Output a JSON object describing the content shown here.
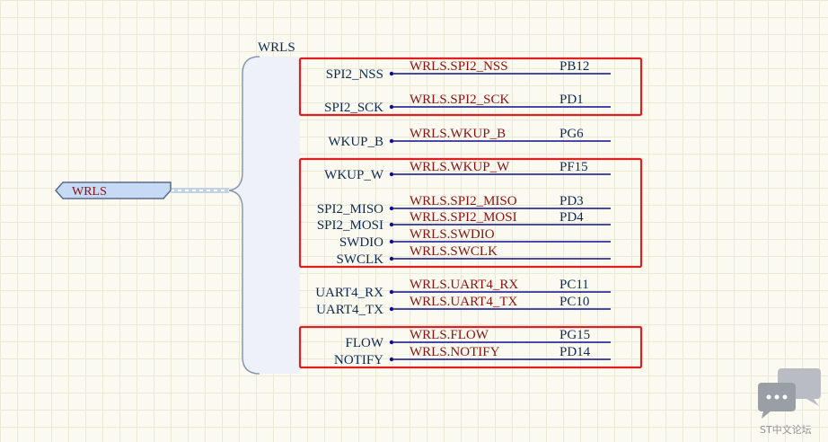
{
  "bus": {
    "title": "WRLS",
    "port_label": "WRLS",
    "pins": [
      {
        "name": "SPI2_NSS",
        "net": "WRLS.SPI2_NSS",
        "port": "PB12"
      },
      {
        "name": "SPI2_SCK",
        "net": "WRLS.SPI2_SCK",
        "port": "PD1"
      },
      {
        "name": "WKUP_B",
        "net": "WRLS.WKUP_B",
        "port": "PG6"
      },
      {
        "name": "WKUP_W",
        "net": "WRLS.WKUP_W",
        "port": "PF15"
      },
      {
        "name": "SPI2_MISO",
        "net": "WRLS.SPI2_MISO",
        "port": "PD3"
      },
      {
        "name": "SPI2_MOSI",
        "net": "WRLS.SPI2_MOSI",
        "port": "PD4"
      },
      {
        "name": "SWDIO",
        "net": "WRLS.SWDIO",
        "port": ""
      },
      {
        "name": "SWCLK",
        "net": "WRLS.SWCLK",
        "port": ""
      },
      {
        "name": "UART4_RX",
        "net": "WRLS.UART4_RX",
        "port": "PC11"
      },
      {
        "name": "UART4_TX",
        "net": "WRLS.UART4_TX",
        "port": "PC10"
      },
      {
        "name": "FLOW",
        "net": "WRLS.FLOW",
        "port": "PG15"
      },
      {
        "name": "NOTIFY",
        "net": "WRLS.NOTIFY",
        "port": "PD14"
      }
    ],
    "highlight_groups": [
      [
        0,
        1
      ],
      [
        3,
        4,
        5,
        6,
        7
      ],
      [
        10,
        11
      ]
    ]
  },
  "watermark": {
    "label": "ST中文论坛",
    "icon": "chat-bubbles-icon"
  },
  "colors": {
    "pin_text": "#0c2a55",
    "net_text": "#8b1010",
    "wire": "#10108a",
    "highlight": "#e02020",
    "bus_fill": "#eef2f8",
    "bus_stroke": "#8898b0",
    "port_fill": "#c7daf5",
    "port_stroke": "#586a8a"
  }
}
